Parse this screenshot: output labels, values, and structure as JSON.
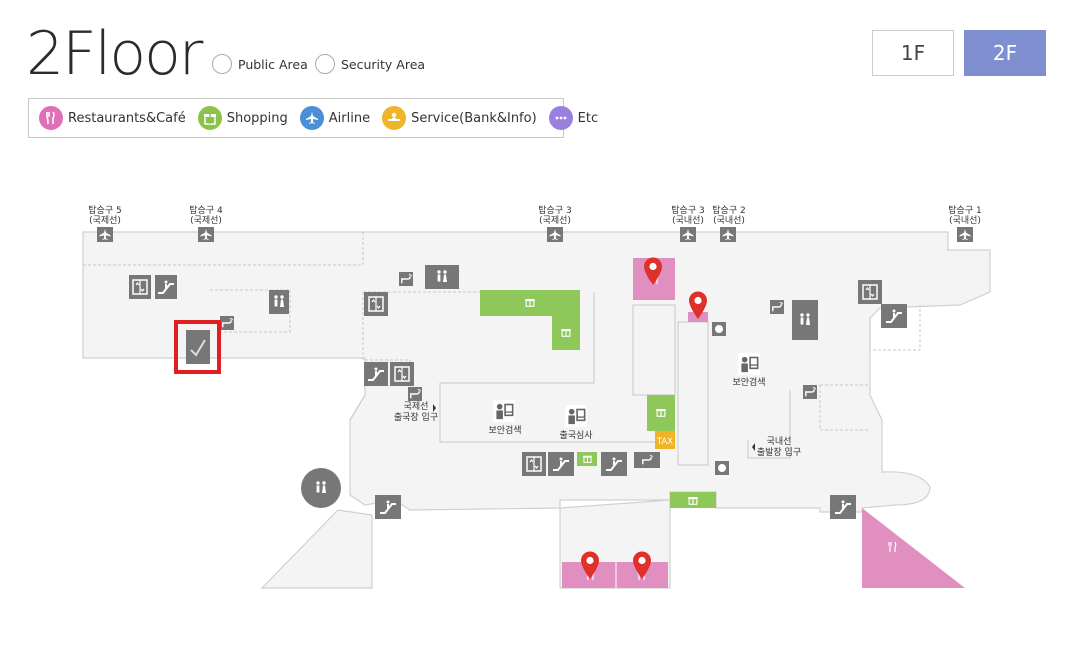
{
  "header": {
    "title": "2Floor",
    "areas": [
      {
        "label": "Public Area"
      },
      {
        "label": "Security Area"
      }
    ],
    "floors": [
      {
        "label": "1F",
        "active": false
      },
      {
        "label": "2F",
        "active": true
      }
    ]
  },
  "legend": [
    {
      "label": "Restaurants&Café",
      "icon": "fork-knife-icon",
      "color": "#e06fb5"
    },
    {
      "label": "Shopping",
      "icon": "gift-icon",
      "color": "#8bc34a"
    },
    {
      "label": "Airline",
      "icon": "airplane-icon",
      "color": "#4a8fd8"
    },
    {
      "label": "Service(Bank&Info)",
      "icon": "service-icon",
      "color": "#f0b429"
    },
    {
      "label": "Etc",
      "icon": "dots-icon",
      "color": "#9b7fe0"
    }
  ],
  "gates": [
    {
      "name": "탑승구 5",
      "type": "(국제선)"
    },
    {
      "name": "탑승구 4",
      "type": "(국제선)"
    },
    {
      "name": "탑승구 3",
      "type": "(국제선)"
    },
    {
      "name": "탑승구 3",
      "type": "(국내선)"
    },
    {
      "name": "탑승구 2",
      "type": "(국내선)"
    },
    {
      "name": "탑승구 1",
      "type": "(국내선)"
    }
  ],
  "labels": {
    "security_left": "보안검색",
    "immigration": "출국심사",
    "security_right": "보안검색",
    "intl_entrance_1": "국제선",
    "intl_entrance_2": "출국장 입구",
    "dom_entrance_1": "국내선",
    "dom_entrance_2": "출발장 입구",
    "tax": "TAX"
  },
  "colors": {
    "restaurant": "#e08fc0",
    "shopping": "#8fc85a",
    "tax": "#f0b429",
    "icon_bg": "#7a7a7a",
    "highlight": "#e02020",
    "floor_active": "#7f8fd0",
    "pin": "#e0302a"
  }
}
